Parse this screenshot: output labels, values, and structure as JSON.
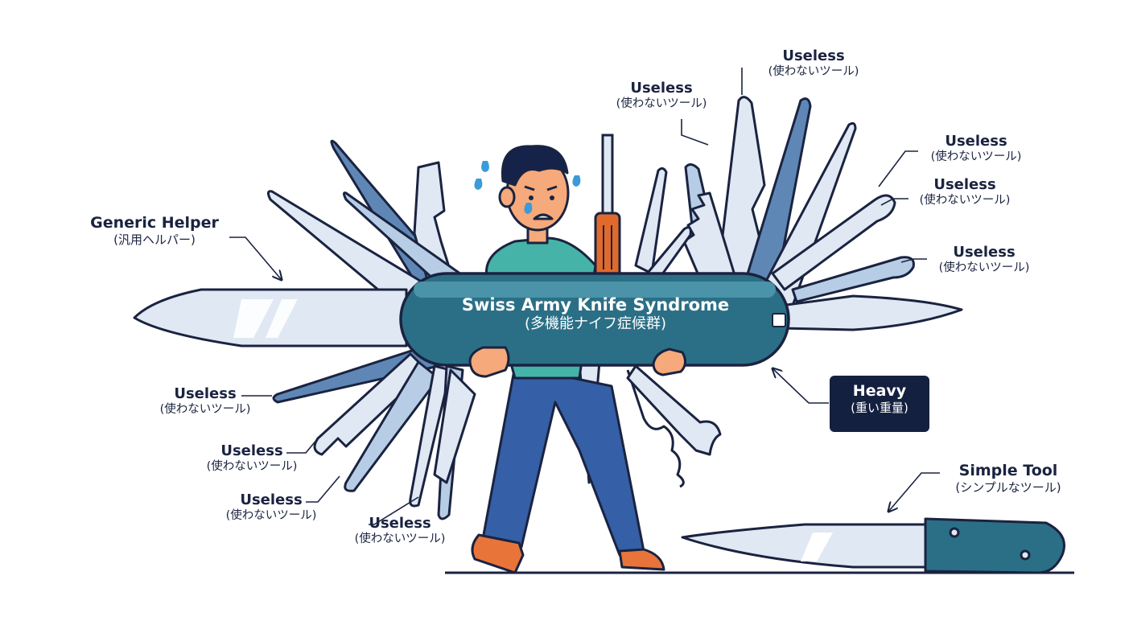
{
  "diagram": {
    "center_label": {
      "en": "Swiss Army Knife Syndrome",
      "jp": "(多機能ナイフ症候群)"
    },
    "generic_helper": {
      "en": "Generic Helper",
      "jp": "(汎用ヘルパー)"
    },
    "heavy": {
      "en": "Heavy",
      "jp": "(重い重量)"
    },
    "simple_tool": {
      "en": "Simple Tool",
      "jp": "(シンプルなツール)"
    },
    "useless_labels": [
      {
        "en": "Useless",
        "jp": "(使わないツール)"
      },
      {
        "en": "Useless",
        "jp": "(使わないツール)"
      },
      {
        "en": "Useless",
        "jp": "(使わないツール)"
      },
      {
        "en": "Useless",
        "jp": "(使わないツール)"
      },
      {
        "en": "Useless",
        "jp": "(使わないツール)"
      },
      {
        "en": "Useless",
        "jp": "(使わないツール)"
      },
      {
        "en": "Useless",
        "jp": "(使わないツール)"
      },
      {
        "en": "Useless",
        "jp": "(使わないツール)"
      },
      {
        "en": "Useless",
        "jp": "(使わないツール)"
      }
    ]
  },
  "colors": {
    "outline": "#1a2340",
    "blade_light": "#dfe8f3",
    "blade_mid": "#b7cde5",
    "blade_dark": "#5f87b5",
    "handle": "#2b6f86",
    "handle_hl": "#4a93a8",
    "shirt": "#46b3a8",
    "pants": "#355fa6",
    "skin": "#f6a97a",
    "hair": "#15224a",
    "shoes": "#e8743a",
    "screwdriver": "#e06a2c",
    "sweat": "#3a9bd8",
    "heavy_bg": "#14203f"
  },
  "icons": [
    "arrow-icon",
    "sweat-drop-icon",
    "screwdriver-icon",
    "corkscrew-icon",
    "kitchen-knife-icon"
  ]
}
